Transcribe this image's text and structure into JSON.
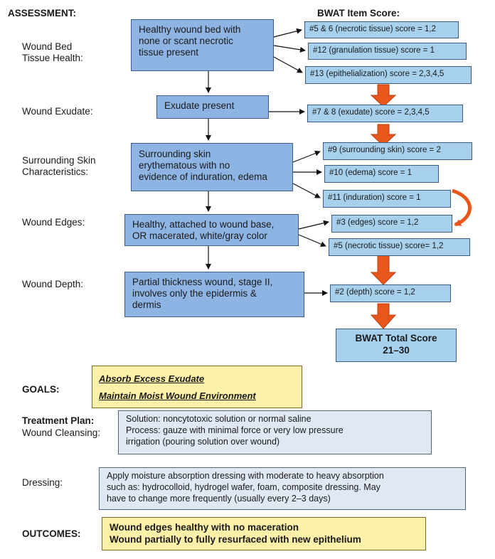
{
  "headers": {
    "assessment": "ASSESSMENT:",
    "bwat": "BWAT Item Score:",
    "goals": "GOALS:",
    "treatment_plan": "Treatment Plan:",
    "outcomes": "OUTCOMES:"
  },
  "row_labels": {
    "tissue_health": [
      "Wound Bed",
      "Tissue Health:"
    ],
    "exudate": "Wound Exudate:",
    "skin": [
      "Surrounding Skin",
      "Characteristics:"
    ],
    "edges": "Wound Edges:",
    "depth": "Wound Depth:",
    "cleansing": "Wound Cleansing:",
    "dressing": "Dressing:"
  },
  "assessment_boxes": {
    "tissue": [
      "Healthy wound bed with",
      "none or scant necrotic",
      "tissue present"
    ],
    "exudate": "Exudate present",
    "skin": [
      "Surrounding skin",
      "erythematous with no",
      "evidence of induration, edema"
    ],
    "edges": [
      "Healthy, attached to wound base,",
      "OR macerated, white/gray color"
    ],
    "depth": [
      "Partial thickness wound, stage II,",
      "involves only the epidermis &",
      "dermis"
    ]
  },
  "scores": {
    "s56": "#5 & 6 (necrotic tissue) score = 1,2",
    "s12": "#12 (granulation tissue) score = 1",
    "s13": "#13 (epithelialization) score = 2,3,4,5",
    "s78": "#7 & 8 (exudate) score = 2,3,4,5",
    "s9": "#9 (surrounding skin) score = 2",
    "s10": "#10 (edema) score = 1",
    "s11": "#11 (induration) score = 1",
    "s3": "#3 (edges) score = 1,2",
    "s5": "#5 (necrotic tissue) score= 1,2",
    "s2": "#2 (depth) score = 1,2"
  },
  "total": {
    "label": "BWAT Total Score",
    "range": "21–30"
  },
  "goals": [
    "Absorb Excess Exudate",
    "Maintain Moist Wound Environment"
  ],
  "cleansing": {
    "solution_label": "Solution:",
    "solution": "noncytotoxic solution or normal saline",
    "process_label": "Process:",
    "process": [
      "gauze with minimal force or very low pressure",
      "irrigation (pouring solution over wound)"
    ]
  },
  "dressing": [
    "Apply moisture absorption dressing  with moderate to heavy absorption",
    "such as: hydrocolloid, hydrogel wafer, foam, composite dressing. May",
    "have to change more frequently (usually every 2–3 days)"
  ],
  "outcomes": [
    "Wound edges healthy with no maceration",
    "Wound partially to fully resurfaced with new epithelium"
  ],
  "colors": {
    "assessment_box": "#8eb4e3",
    "score_box": "#a7d0ec",
    "orange_arrow": "#e9561b",
    "goal_box": "#fdf0a8",
    "plan_box": "#dfe8f3"
  }
}
